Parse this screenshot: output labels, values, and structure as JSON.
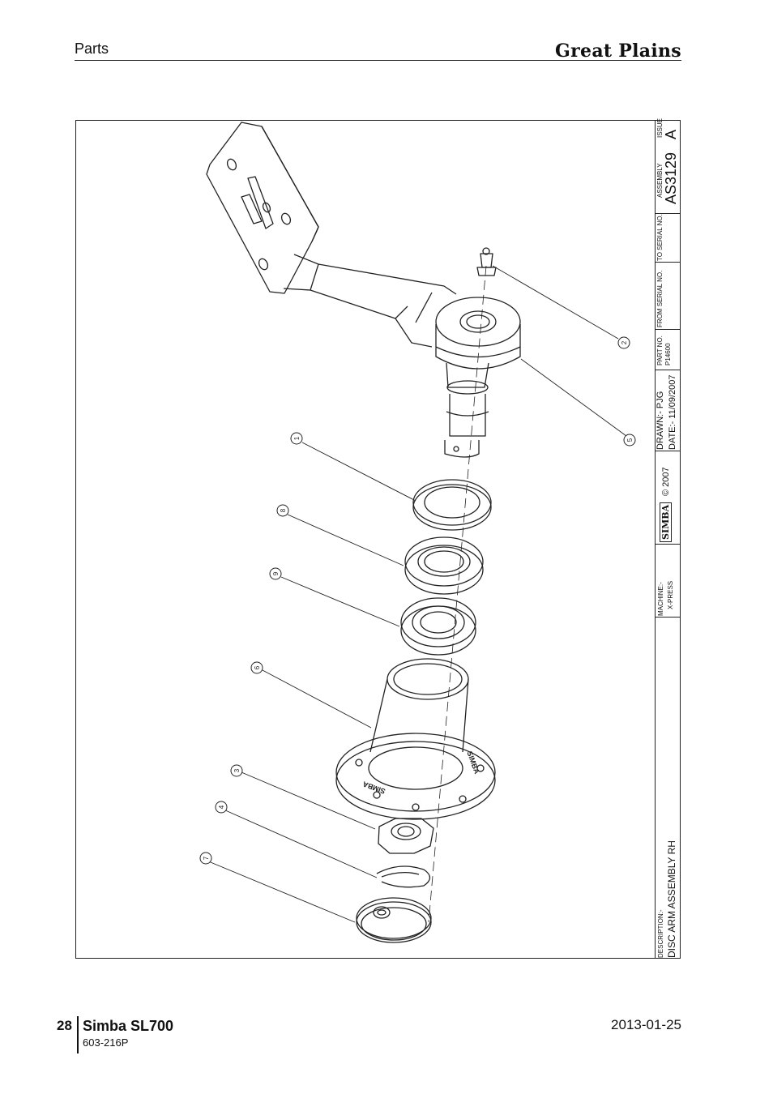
{
  "header": {
    "section": "Parts",
    "brand": "Great Plains"
  },
  "title_block": {
    "issue_label": "ISSUE",
    "issue": "A",
    "assembly_label": "ASSEMBLY",
    "assembly": "AS3129",
    "to_serial_label": "TO SERIAL NO.",
    "from_serial_label": "FROM SERIAL NO.",
    "part_no_label": "PART NO.",
    "part_no": "P14600",
    "drawn": "DRAWN:- PJG",
    "date": "DATE:- 11/09/2007",
    "logo_text": "SIMBA",
    "copyright": "© 2007",
    "machine_label": "MACHINE:-",
    "machine": "X-PRESS",
    "description_label": "DESCRIPTION:-",
    "description": "DISC ARM ASSEMBLY RH"
  },
  "callouts": [
    "1",
    "2",
    "3",
    "4",
    "5",
    "6",
    "7",
    "8",
    "9"
  ],
  "hub_text": "SIMBA",
  "footer": {
    "page": "28",
    "title": "Simba SL700",
    "doc": "603-216P",
    "date": "2013-01-25"
  }
}
